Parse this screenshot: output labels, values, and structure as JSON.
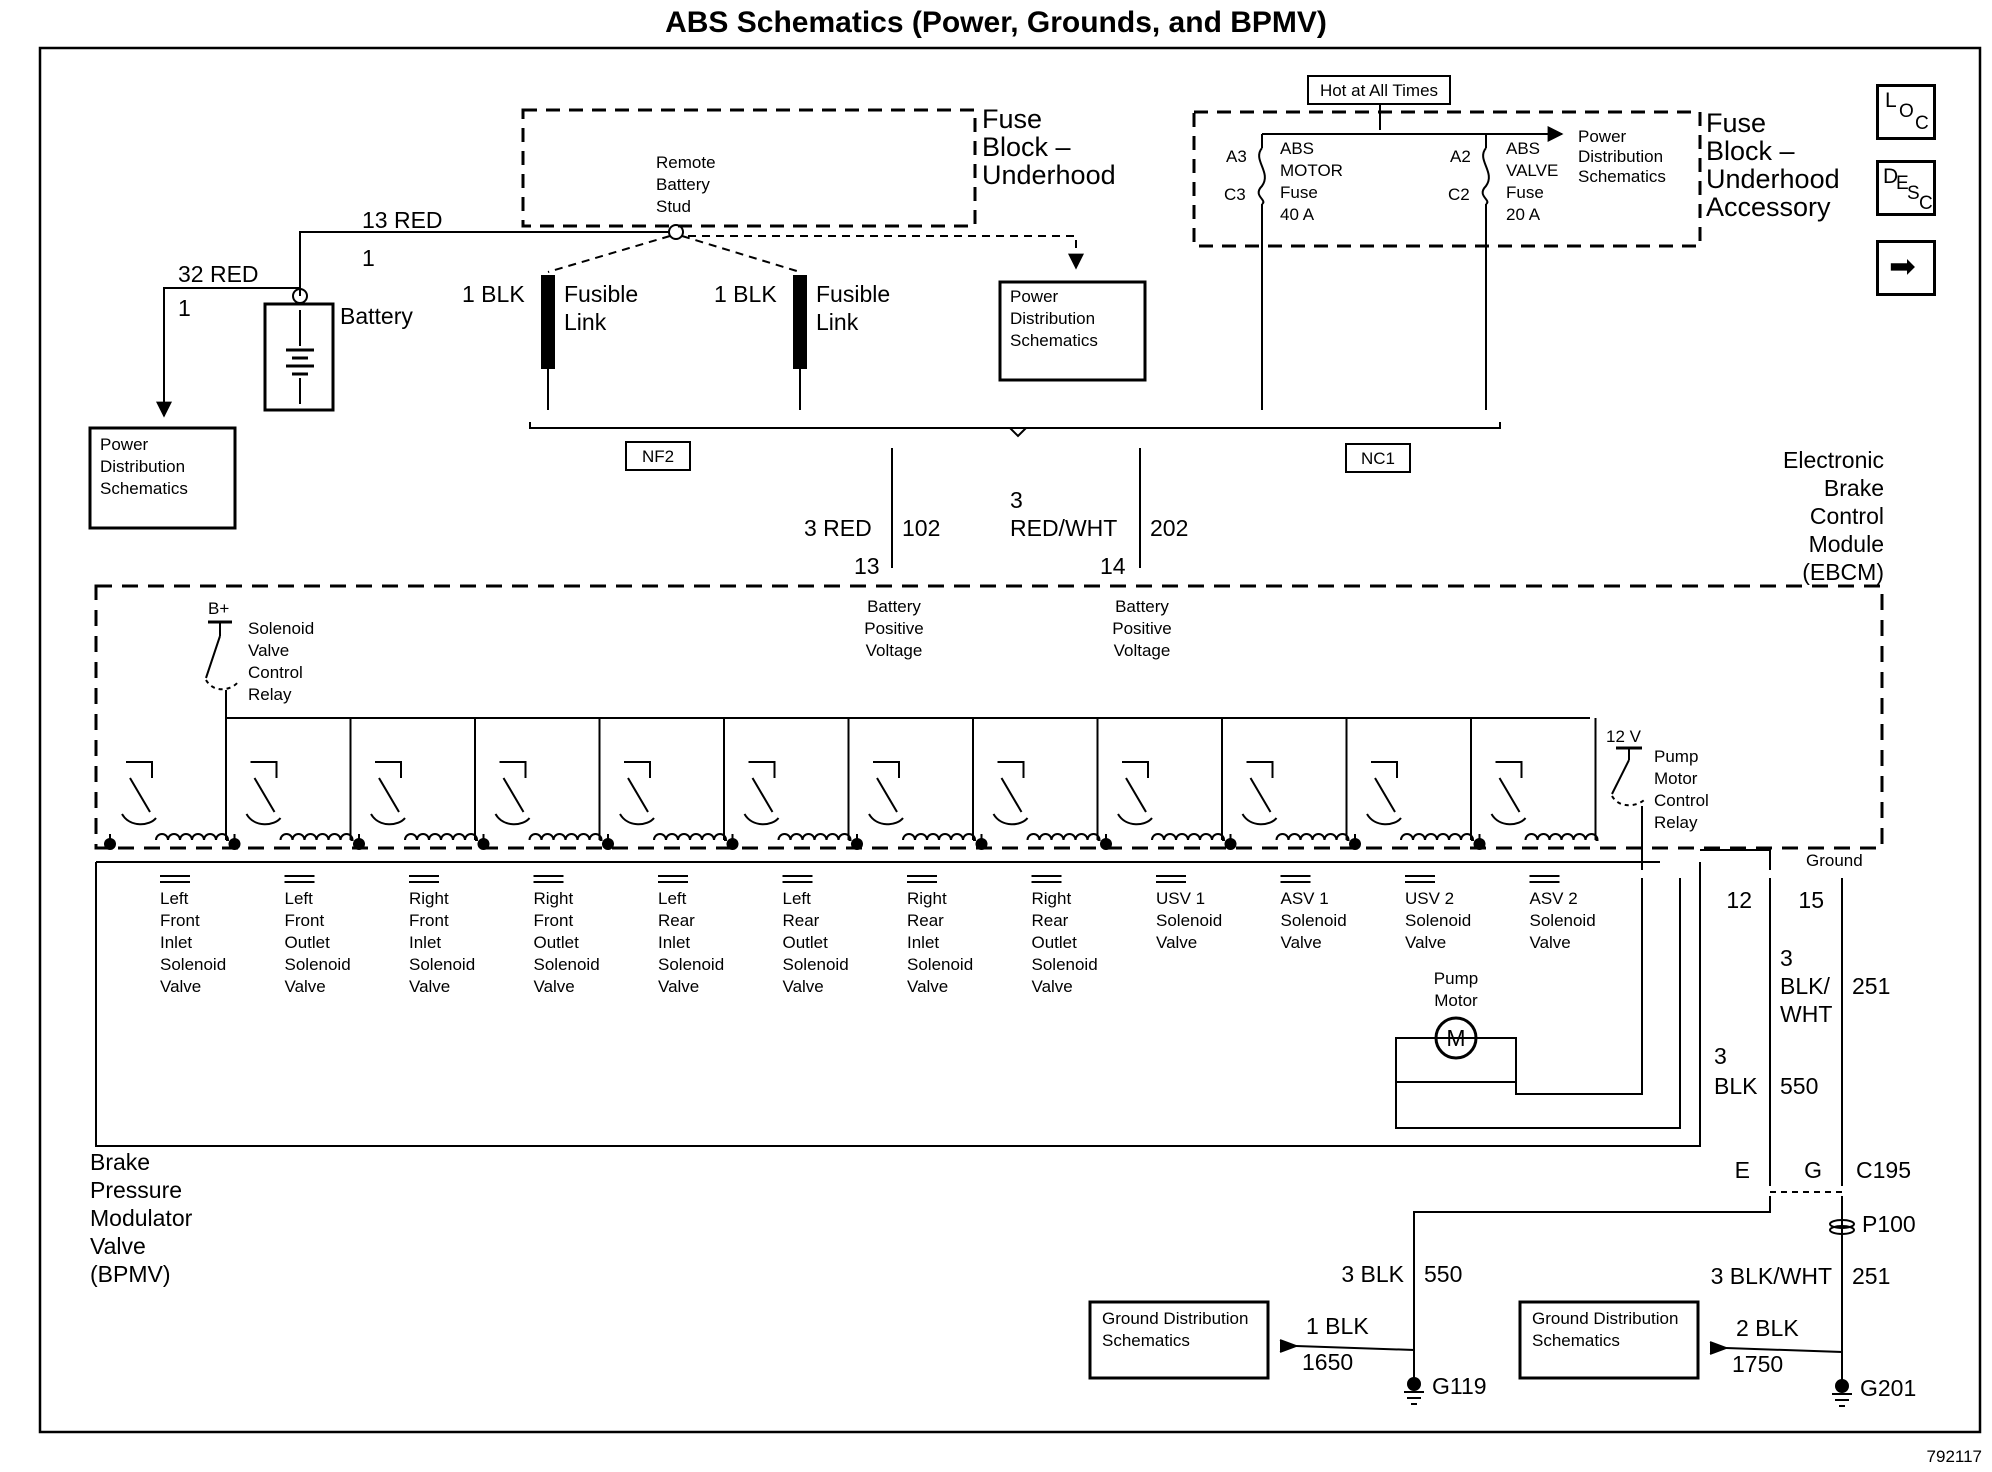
{
  "title": "ABS Schematics (Power, Grounds, and BPMV)",
  "figure_id": "792117",
  "nav": {
    "loc": [
      "L",
      "O",
      "C"
    ],
    "desc": [
      "D",
      "E",
      "S",
      "C"
    ],
    "next": "➡"
  },
  "underhood_block": {
    "label": [
      "Fuse",
      "Block –",
      "Underhood"
    ],
    "stud": [
      "Remote",
      "Battery",
      "Stud"
    ],
    "wire_13": "13 RED",
    "wire_13_circuit": "1",
    "wire_32": "32 RED",
    "wire_32_circuit": "1",
    "battery": "Battery",
    "link_1_gauge": "1 BLK",
    "link_1": [
      "Fusible",
      "Link"
    ],
    "link_2_gauge": "1 BLK",
    "link_2": [
      "Fusible",
      "Link"
    ],
    "pds_box": [
      "Power",
      "Distribution",
      "Schematics"
    ],
    "pds_box_left": [
      "Power",
      "Distribution",
      "Schematics"
    ],
    "connector": "NF2"
  },
  "accessory_block": {
    "hot": "Hot at All Times",
    "label": [
      "Fuse",
      "Block –",
      "Underhood",
      "Accessory"
    ],
    "motor_pin_a": "A3",
    "motor_pin_c": "C3",
    "motor_fuse": [
      "ABS",
      "MOTOR",
      "Fuse",
      "40 A"
    ],
    "valve_pin_a": "A2",
    "valve_pin_c": "C2",
    "valve_fuse": [
      "ABS",
      "VALVE",
      "Fuse",
      "20 A"
    ],
    "pds": [
      "Power",
      "Distribution",
      "Schematics"
    ],
    "connector": "NC1"
  },
  "ebcm": {
    "label": [
      "Electronic",
      "Brake",
      "Control",
      "Module",
      "(EBCM)"
    ],
    "feed_1": {
      "gauge": "3 RED",
      "circuit": "102",
      "pin": "13",
      "label": [
        "Battery",
        "Positive",
        "Voltage"
      ]
    },
    "feed_2": {
      "gauge_a": "3",
      "gauge_b": "RED/WHT",
      "circuit": "202",
      "pin": "14",
      "label": [
        "Battery",
        "Positive",
        "Voltage"
      ]
    },
    "bplus": "B+",
    "relay": [
      "Solenoid",
      "Valve",
      "Control",
      "Relay"
    ],
    "pump_relay": [
      "Pump",
      "Motor",
      "Control",
      "Relay"
    ],
    "v12": "12 V",
    "ground": "Ground",
    "pin_12": "12",
    "pin_15": "15"
  },
  "valves": [
    [
      "Left",
      "Front",
      "Inlet",
      "Solenoid",
      "Valve"
    ],
    [
      "Left",
      "Front",
      "Outlet",
      "Solenoid",
      "Valve"
    ],
    [
      "Right",
      "Front",
      "Inlet",
      "Solenoid",
      "Valve"
    ],
    [
      "Right",
      "Front",
      "Outlet",
      "Solenoid",
      "Valve"
    ],
    [
      "Left",
      "Rear",
      "Inlet",
      "Solenoid",
      "Valve"
    ],
    [
      "Left",
      "Rear",
      "Outlet",
      "Solenoid",
      "Valve"
    ],
    [
      "Right",
      "Rear",
      "Inlet",
      "Solenoid",
      "Valve"
    ],
    [
      "Right",
      "Rear",
      "Outlet",
      "Solenoid",
      "Valve"
    ],
    [
      "USV 1",
      "Solenoid",
      "Valve"
    ],
    [
      "ASV 1",
      "Solenoid",
      "Valve"
    ],
    [
      "USV 2",
      "Solenoid",
      "Valve"
    ],
    [
      "ASV 2",
      "Solenoid",
      "Valve"
    ]
  ],
  "bpmv": {
    "label": [
      "Brake",
      "Pressure",
      "Modulator",
      "Valve",
      "(BPMV)"
    ],
    "pump": [
      "Pump",
      "Motor"
    ],
    "motor": "M"
  },
  "grounds": {
    "w550_a": "3",
    "w550_b": "BLK",
    "w550_c": "550",
    "w251_a": "3",
    "w251_b": "BLK/",
    "w251_c": "WHT",
    "w251_d": "251",
    "pin_e": "E",
    "pin_g": "G",
    "c195": "C195",
    "p100": "P100",
    "lower_550_gauge": "3 BLK",
    "lower_550_circuit": "550",
    "lower_251_gauge": "3 BLK/WHT",
    "lower_251_circuit": "251",
    "gds_1": [
      "Ground Distribution",
      "Schematics"
    ],
    "gds_2": [
      "Ground Distribution",
      "Schematics"
    ],
    "w1650_gauge": "1 BLK",
    "w1650_circuit": "1650",
    "w1750_gauge": "2 BLK",
    "w1750_circuit": "1750",
    "g119": "G119",
    "g201": "G201"
  }
}
